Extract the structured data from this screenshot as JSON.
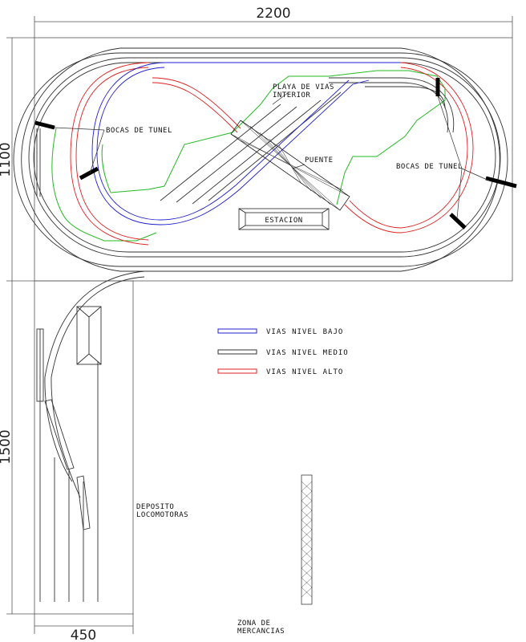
{
  "dimensions": {
    "width_top": "2200",
    "height_right": "1100",
    "height_lower": "1500",
    "width_bottom": "450"
  },
  "labels": {
    "playa_line1": "PLAYA DE VIAS",
    "playa_line2": "INTERIOR",
    "bocas_left": "BOCAS DE TUNEL",
    "bocas_right": "BOCAS DE TUNEL",
    "puente": "PUENTE",
    "estacion": "ESTACION",
    "deposito_line1": "DEPOSITO",
    "deposito_line2": "LOCOMOTORAS",
    "zona_line1": "ZONA DE",
    "zona_line2": "MERCANCIAS"
  },
  "legend": [
    {
      "label": "VIAS NIVEL BAJO",
      "color": "#2020d0"
    },
    {
      "label": "VIAS NIVEL MEDIO",
      "color": "#333333"
    },
    {
      "label": "VIAS NIVEL ALTO",
      "color": "#e02020"
    }
  ],
  "colors": {
    "green_terrain": "#22bb22",
    "blue_track": "#2020d0",
    "red_track": "#e02020",
    "black_track": "#333333"
  }
}
